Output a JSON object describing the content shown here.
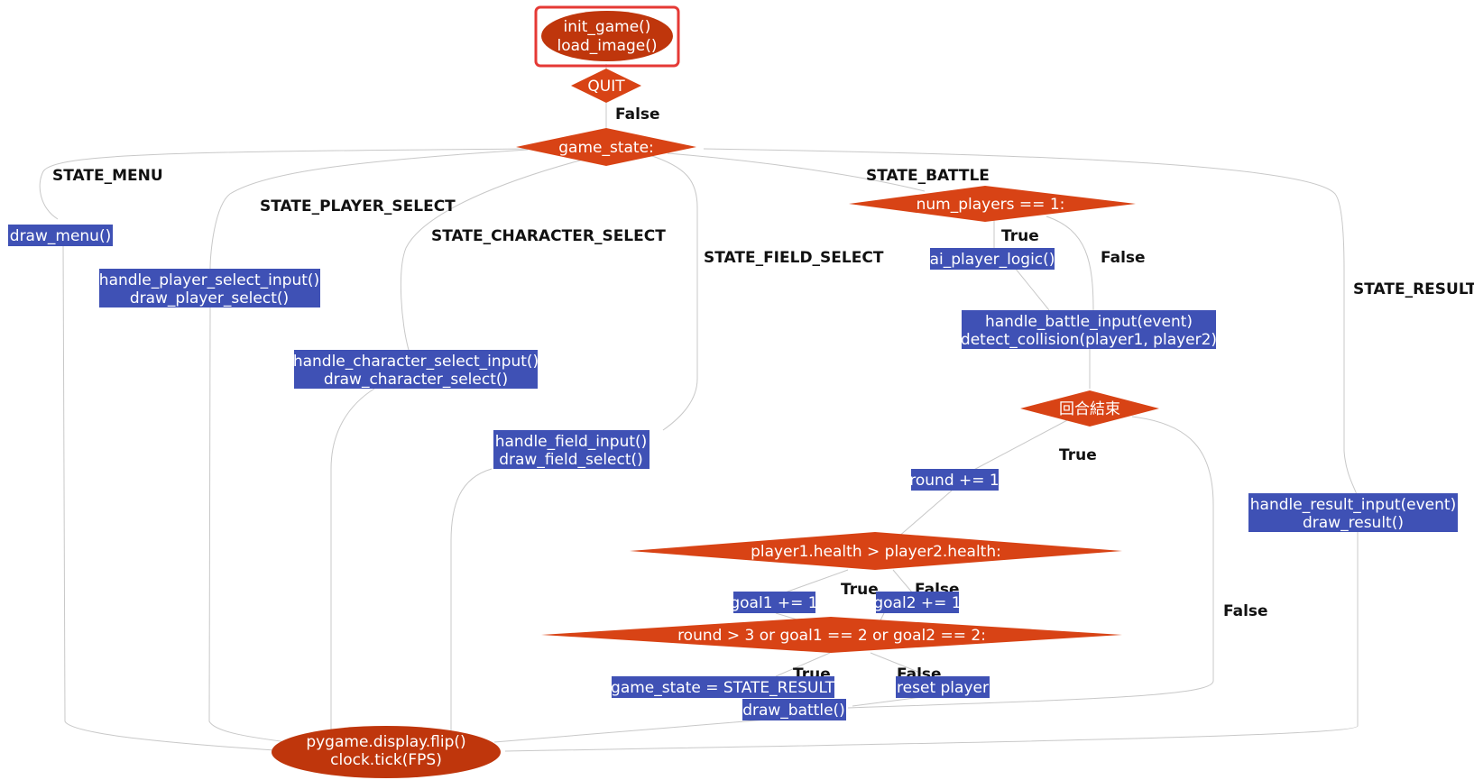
{
  "colors": {
    "process_fill": "#3f51b5",
    "decision_fill": "#d84315",
    "terminal_fill": "#bf360c",
    "highlight_border": "#e53935",
    "edge": "#c8c8c8",
    "label_text": "#111111",
    "node_text": "#ffffff"
  },
  "nodes": {
    "start": {
      "line1": "init_game()",
      "line2": "load_image()"
    },
    "quit": {
      "line1": "QUIT"
    },
    "game_state": {
      "line1": "game_state:"
    },
    "draw_menu": {
      "line1": "draw_menu()"
    },
    "player_select": {
      "line1": "handle_player_select_input()",
      "line2": "draw_player_select()"
    },
    "character_select": {
      "line1": "handle_character_select_input()",
      "line2": "draw_character_select()"
    },
    "field_select": {
      "line1": "handle_field_input()",
      "line2": "draw_field_select()"
    },
    "num_players": {
      "line1": "num_players == 1:"
    },
    "ai_logic": {
      "line1": "ai_player_logic()"
    },
    "battle_input": {
      "line1": "handle_battle_input(event)",
      "line2": "detect_collision(player1, player2)"
    },
    "round_end": {
      "line1": "回合結束"
    },
    "round_inc": {
      "line1": "round += 1"
    },
    "health_cmp": {
      "line1": "player1.health > player2.health:"
    },
    "goal1": {
      "line1": "goal1 += 1"
    },
    "goal2": {
      "line1": "goal2 += 1"
    },
    "round_check": {
      "line1": "round > 3 or goal1 == 2 or goal2 == 2:"
    },
    "set_result": {
      "line1": "game_state = STATE_RESULT"
    },
    "reset_player": {
      "line1": "reset player"
    },
    "draw_battle": {
      "line1": "draw_battle()"
    },
    "result": {
      "line1": "handle_result_input(event)",
      "line2": "draw_result()"
    },
    "end": {
      "line1": "pygame.display.flip()",
      "line2": "clock.tick(FPS)"
    }
  },
  "edge_labels": {
    "quit_false": "False",
    "state_menu": "STATE_MENU",
    "state_player_select": "STATE_PLAYER_SELECT",
    "state_character_select": "STATE_CHARACTER_SELECT",
    "state_field_select": "STATE_FIELD_SELECT",
    "state_battle": "STATE_BATTLE",
    "state_result": "STATE_RESULT",
    "num_true": "True",
    "num_false": "False",
    "round_end_true": "True",
    "round_end_false": "False",
    "health_true": "True",
    "health_false": "False",
    "check_true": "True",
    "check_false": "False"
  }
}
